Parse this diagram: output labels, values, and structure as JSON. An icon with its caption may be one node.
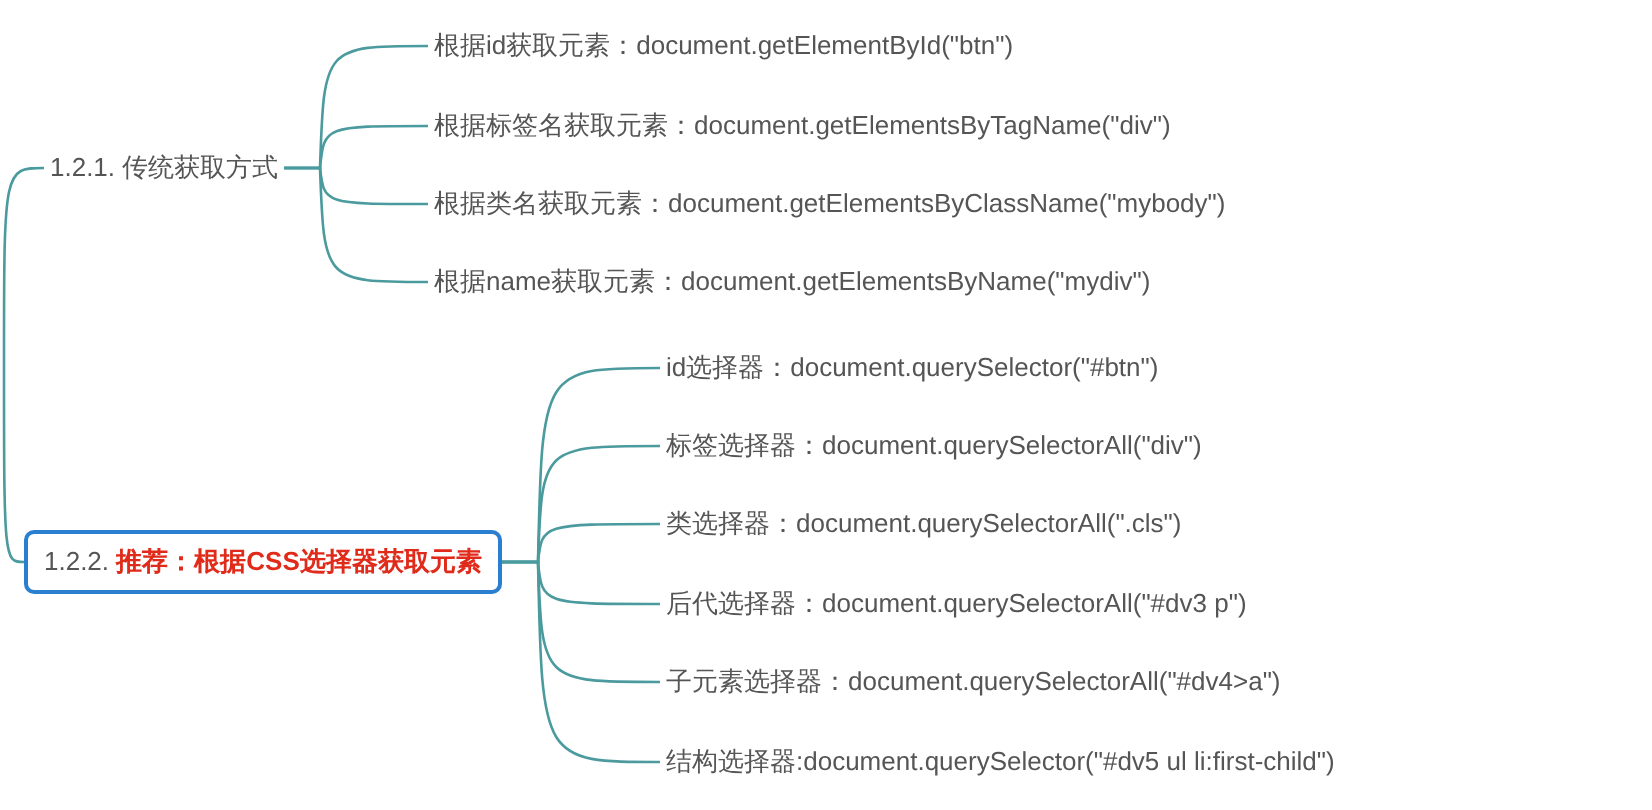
{
  "diagram": {
    "nodes": [
      {
        "text": [
          "1.2.1. 传统获取方式"
        ]
      },
      {
        "text": [
          "根据id获取元素：document.getElementById(\"btn\")"
        ]
      },
      {
        "text": [
          "根据标签名获取元素：document.getElementsByTagName(\"div\")"
        ]
      },
      {
        "text": [
          "根据类名获取元素：document.getElementsByClassName(\"mybody\")"
        ]
      },
      {
        "text": [
          "根据name获取元素：document.getElementsByName(\"mydiv\")"
        ]
      },
      {
        "text": [
          "1.2.2. **推荐：根据CSS选择器获取元素**"
        ]
      },
      {
        "text": [
          "id选择器：document.querySelector(\"#btn\")"
        ]
      },
      {
        "text": [
          "标签选择器：document.querySelectorAll(\"div\")"
        ]
      },
      {
        "text": [
          "类选择器：document.querySelectorAll(\".cls\")"
        ]
      },
      {
        "text": [
          "后代选择器：document.querySelectorAll(\"#dv3 p\")"
        ]
      },
      {
        "text": [
          "子元素选择器：document.querySelectorAll(\"#dv4>a\")"
        ]
      },
      {
        "text": [
          "结构选择器:document.querySelector(\"#dv5 ul li:first-child\")"
        ]
      }
    ],
    "edges": [
      {
        "from": null,
        "to": 0,
        "arrow": "none"
      },
      {
        "from": null,
        "to": 5,
        "arrow": "none"
      },
      {
        "from": 0,
        "to": 1,
        "arrow": "none"
      },
      {
        "from": 0,
        "to": 2,
        "arrow": "none"
      },
      {
        "from": 0,
        "to": 3,
        "arrow": "none"
      },
      {
        "from": 0,
        "to": 4,
        "arrow": "none"
      },
      {
        "from": 5,
        "to": 6,
        "arrow": "none"
      },
      {
        "from": 5,
        "to": 7,
        "arrow": "none"
      },
      {
        "from": 5,
        "to": 8,
        "arrow": "none"
      },
      {
        "from": 5,
        "to": 9,
        "arrow": "none"
      },
      {
        "from": 5,
        "to": 10,
        "arrow": "none"
      },
      {
        "from": 5,
        "to": 11,
        "arrow": "none"
      }
    ]
  }
}
